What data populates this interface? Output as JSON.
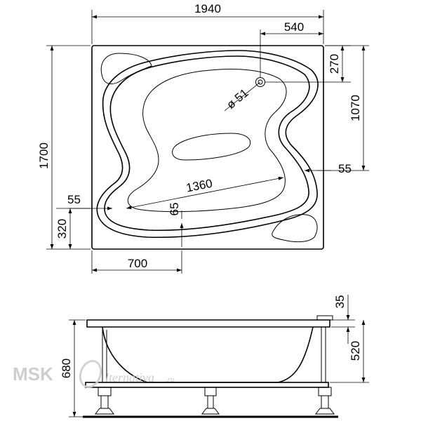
{
  "top_view": {
    "overall_width": "1940",
    "drain_offset": "540",
    "drain_top": "270",
    "drain_depth": "1070",
    "rim_right": "55",
    "overall_length": "1700",
    "drain_diameter": "ø 51",
    "inner_length": "1360",
    "inner_offset": "65",
    "rim_left": "55",
    "left_bottom": "320",
    "bottom_offset": "700"
  },
  "side_view": {
    "rim_thickness": "35",
    "rim_height": "520",
    "total_height": "680"
  },
  "watermark": {
    "brand": "MSK",
    "script": "lternativa",
    "suffix": ".ru"
  }
}
